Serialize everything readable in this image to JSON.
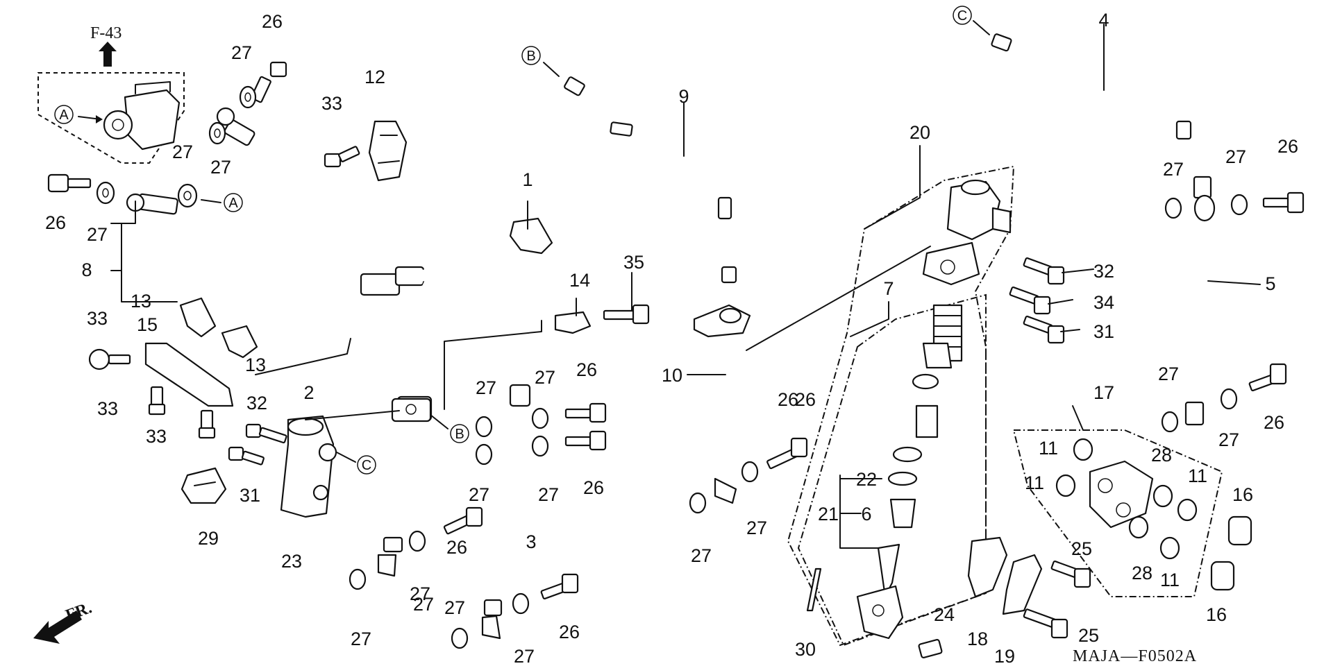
{
  "diagram": {
    "ref_top_left": "F-43",
    "ref_circle_a": "A",
    "ref_circle_b": "B",
    "ref_circle_c": "C",
    "front_arrow_label": "FR.",
    "code": "MAJA—F0502A"
  },
  "callouts": [
    "26",
    "27",
    "27",
    "27",
    "12",
    "33",
    "26",
    "27",
    "8",
    "13",
    "15",
    "33",
    "13",
    "2",
    "33",
    "33",
    "32",
    "31",
    "29",
    "23",
    "1",
    "14",
    "35",
    "9",
    "27",
    "27",
    "26",
    "27",
    "26",
    "27",
    "27",
    "3",
    "26",
    "26",
    "27",
    "27",
    "26",
    "27",
    "27",
    "10",
    "26",
    "27",
    "27",
    "20",
    "7",
    "22",
    "6",
    "21",
    "30",
    "24",
    "18",
    "19",
    "25",
    "25",
    "32",
    "34",
    "31",
    "4",
    "5",
    "27",
    "27",
    "26",
    "27",
    "27",
    "26",
    "17",
    "11",
    "11",
    "28",
    "11",
    "28",
    "11",
    "16",
    "16"
  ]
}
